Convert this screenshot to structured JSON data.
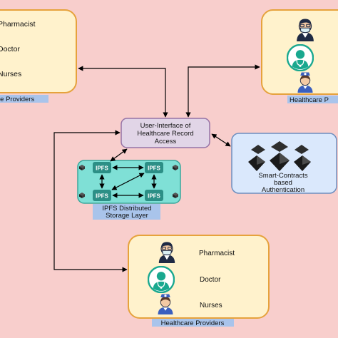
{
  "colors": {
    "background": "#f8cecc",
    "provider_box_fill": "#fff2cc",
    "provider_box_stroke": "#e6a23c",
    "ui_box_fill": "#e1d5e7",
    "ui_box_stroke": "#9673a6",
    "ipfs_box_fill": "#7fe0d6",
    "ipfs_box_stroke": "#3aa79b",
    "auth_box_fill": "#dae8fc",
    "auth_box_stroke": "#6c8ebf",
    "caption_highlight": "#a9c4eb",
    "arrow": "#000000"
  },
  "top_left_providers": {
    "items": [
      "Pharmacist",
      "Doctor",
      "Nurses"
    ],
    "caption": "re Providers"
  },
  "top_right_providers": {
    "icons": [
      "pharmacist-icon",
      "doctor-icon",
      "nurse-icon"
    ],
    "caption": "Healthcare P"
  },
  "ui_box": {
    "lines": [
      "User-Interface of",
      "Healthcare Record",
      "Access"
    ]
  },
  "ipfs": {
    "node_label": "IPFS",
    "caption_lines": [
      "IPFS Distributed",
      "Storage Layer"
    ]
  },
  "auth": {
    "lines": [
      "Smart-Contracts",
      "based",
      "Authentication"
    ],
    "icon": "ethereum-icon"
  },
  "bottom_providers": {
    "items": [
      {
        "label": "Pharmacist",
        "icon": "pharmacist-icon"
      },
      {
        "label": "Doctor",
        "icon": "doctor-icon"
      },
      {
        "label": "Nurses",
        "icon": "nurse-icon"
      }
    ],
    "caption": "Healthcare Providers"
  }
}
